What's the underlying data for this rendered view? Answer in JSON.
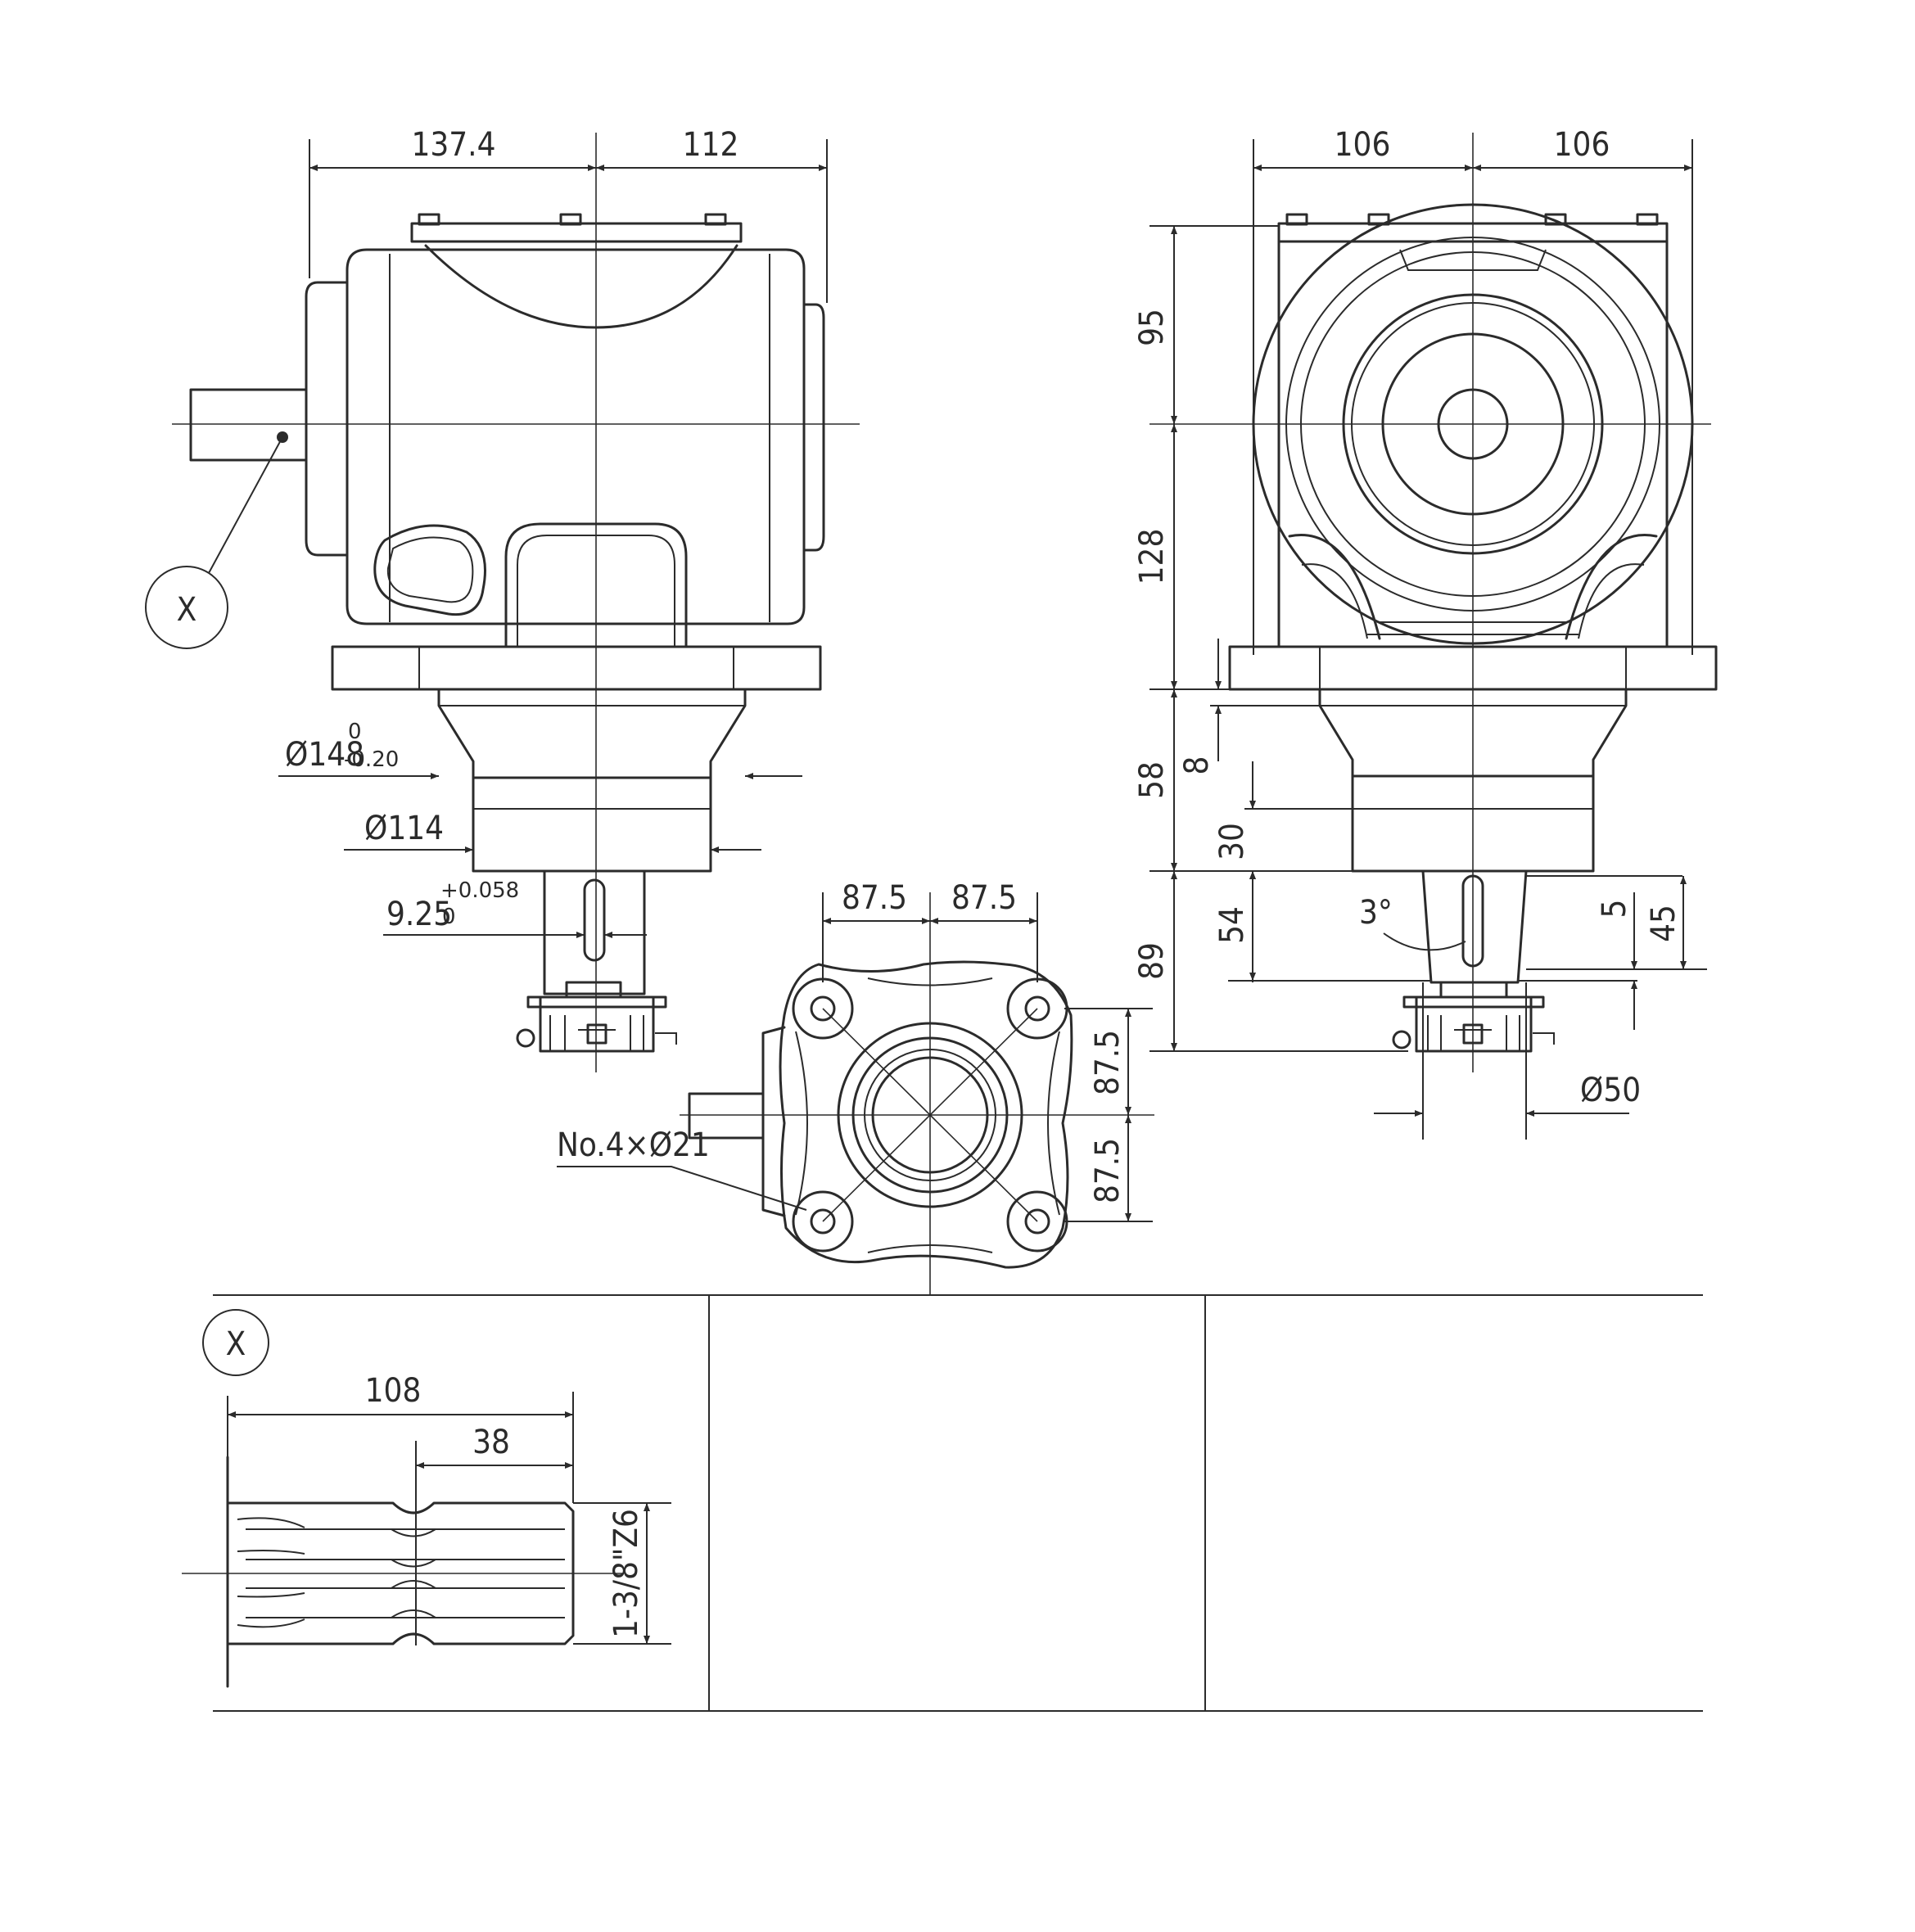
{
  "front_view": {
    "dim_width_left": "137.4",
    "dim_width_right": "112",
    "dim_flange_dia": "Ø148",
    "dim_flange_tol_upper": "0",
    "dim_flange_tol_lower": "-0.20",
    "dim_body_dia": "Ø114",
    "dim_key_width": "9.25",
    "dim_key_tol_upper": "+0.058",
    "dim_key_tol_lower": "0",
    "detail_marker": "X"
  },
  "side_view": {
    "dim_width_left": "106",
    "dim_width_right": "106",
    "dim_height_top": "95",
    "dim_height_mid": "128",
    "dim_flange_height": "58",
    "dim_flange_step": "8",
    "dim_neck": "30",
    "dim_shaft_total": "89",
    "dim_shaft_key": "54",
    "dim_angle": "3°",
    "dim_key_offset": "5",
    "dim_key_length": "45",
    "dim_shaft_dia": "Ø50"
  },
  "bottom_view": {
    "dim_bolt_x_left": "87.5",
    "dim_bolt_x_right": "87.5",
    "dim_bolt_y_top": "87.5",
    "dim_bolt_y_bottom": "87.5",
    "hole_note": "No.4×Ø21"
  },
  "detail_x": {
    "marker": "X",
    "dim_length": "108",
    "dim_spline_length": "38",
    "spline_spec": "1-3/8\"Z6"
  }
}
